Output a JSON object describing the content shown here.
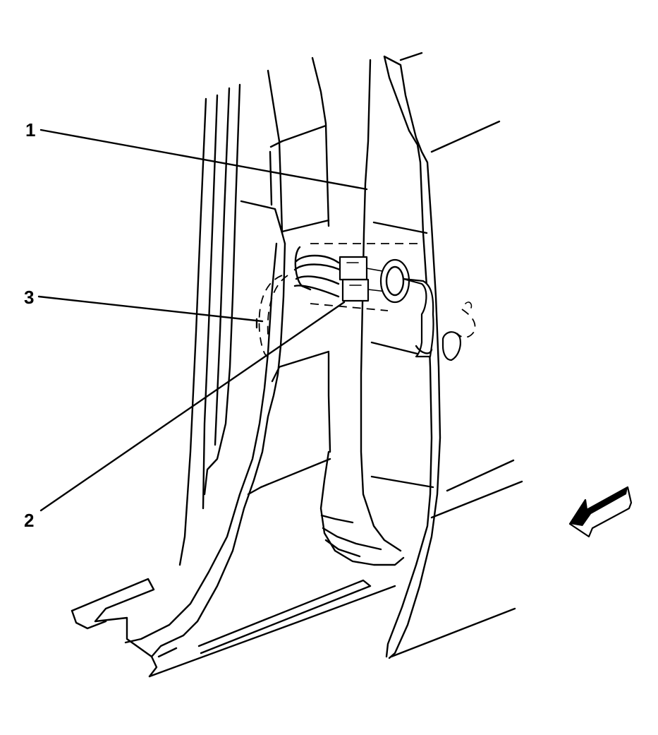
{
  "diagram": {
    "callouts": [
      {
        "id": "1",
        "label": "1"
      },
      {
        "id": "2",
        "label": "2"
      },
      {
        "id": "3",
        "label": "3"
      }
    ],
    "direction_arrow": "front-direction-arrow"
  }
}
